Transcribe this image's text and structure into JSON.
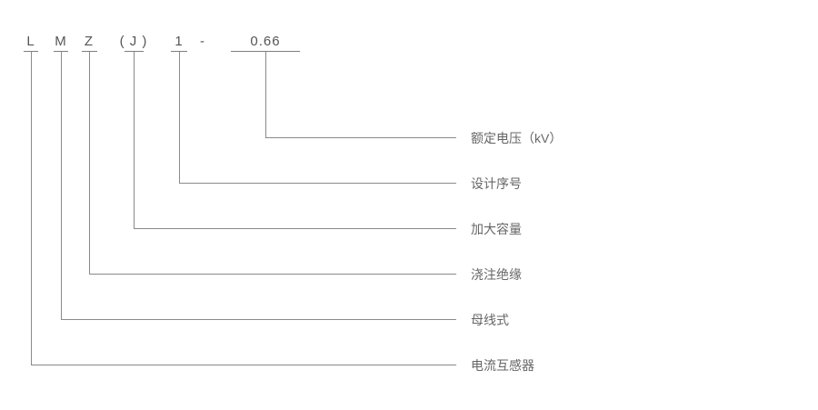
{
  "page": {
    "background": "#ffffff"
  },
  "designation": {
    "parts": [
      {
        "symbol": "L",
        "meaning": "电流互感器"
      },
      {
        "symbol": "M",
        "meaning": "母线式"
      },
      {
        "symbol": "Z",
        "meaning": "浇注绝缘"
      },
      {
        "symbol": "( J )",
        "meaning": "加大容量"
      },
      {
        "symbol": "1",
        "meaning": "设计序号"
      },
      {
        "symbol": "0.66",
        "meaning": "额定电压（kV）"
      }
    ],
    "separator": "-"
  },
  "colors": {
    "line": "#8a8a8a",
    "underline": "#7e7e7e",
    "code_text": "#555555",
    "label_text": "#666666"
  }
}
